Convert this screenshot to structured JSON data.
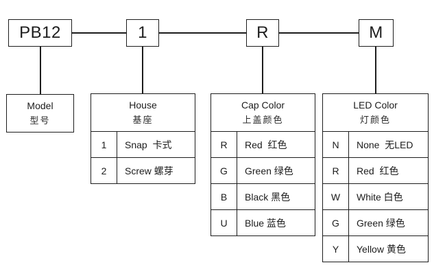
{
  "diagram": {
    "title": "PB12 part number ordering code diagram",
    "colors": {
      "line": "#1c1c1c",
      "background": "#ffffff",
      "text": "#1c1c1c"
    },
    "code_boxes": [
      {
        "code": "PB12"
      },
      {
        "code": "1"
      },
      {
        "code": "R"
      },
      {
        "code": "M"
      }
    ],
    "tables": [
      {
        "title_en": "Model",
        "title_zh": "型号",
        "rows": []
      },
      {
        "title_en": "House",
        "title_zh": "基座",
        "rows": [
          {
            "key": "1",
            "value": "Snap  卡式"
          },
          {
            "key": "2",
            "value": "Screw 螺芽"
          }
        ]
      },
      {
        "title_en": "Cap Color",
        "title_zh": "上盖颜色",
        "rows": [
          {
            "key": "R",
            "value": "Red  红色"
          },
          {
            "key": "G",
            "value": "Green 绿色"
          },
          {
            "key": "B",
            "value": "Black 黑色"
          },
          {
            "key": "U",
            "value": "Blue 蓝色"
          }
        ]
      },
      {
        "title_en": "LED Color",
        "title_zh": "灯颜色",
        "rows": [
          {
            "key": "N",
            "value": "None  无LED"
          },
          {
            "key": "R",
            "value": "Red  红色"
          },
          {
            "key": "W",
            "value": "White 白色"
          },
          {
            "key": "G",
            "value": "Green 绿色"
          },
          {
            "key": "Y",
            "value": "Yellow 黄色"
          }
        ]
      }
    ]
  }
}
